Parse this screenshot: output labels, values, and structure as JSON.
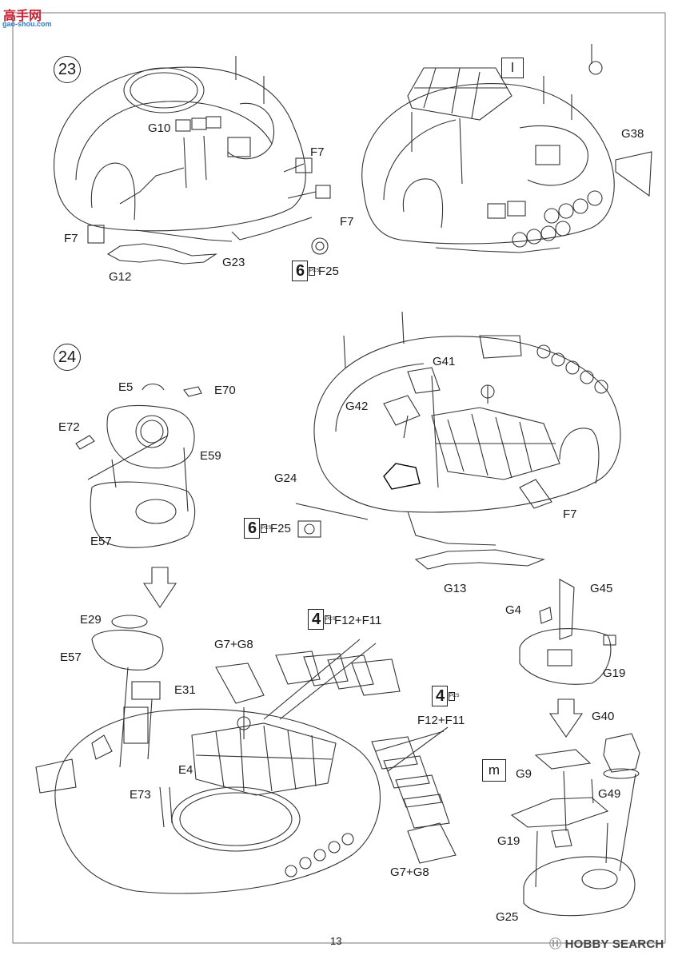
{
  "watermark": {
    "site_name": "高手网",
    "site_url": "gao-shou.com",
    "brand": "HOBBY SEARCH"
  },
  "page_number": "13",
  "steps": {
    "s23": {
      "number": "23",
      "left_labels": {
        "g10": "G10",
        "f7a": "F7",
        "f7b": "F7",
        "f7c": "F7",
        "g12": "G12",
        "g23": "G23",
        "f25": "F25",
        "pcs": "6"
      },
      "variant": {
        "letter": "l",
        "g38": "G38"
      }
    },
    "s24": {
      "number": "24",
      "sub": {
        "e5": "E5",
        "e70": "E70",
        "e72": "E72",
        "e59": "E59",
        "e57": "E57"
      },
      "right": {
        "g41": "G41",
        "g42": "G42",
        "g24": "G24",
        "f25": "F25",
        "pcs": "6",
        "f7": "F7",
        "g13": "G13"
      },
      "lower": {
        "e29": "E29",
        "e57": "E57",
        "g7g8_top": "G7+G8",
        "pcs_top": "4",
        "f12f11_top": "F12+F11",
        "e31": "E31",
        "pcs_mid": "4",
        "f12f11_mid": "F12+F11",
        "e4": "E4",
        "e73": "E73",
        "g7g8_bottom": "G7+G8"
      },
      "m_box": {
        "g4": "G4",
        "g45": "G45",
        "g19a": "G19",
        "g40": "G40",
        "letter": "m",
        "g9": "G9",
        "g49": "G49",
        "g19b": "G19",
        "g25": "G25"
      }
    }
  }
}
